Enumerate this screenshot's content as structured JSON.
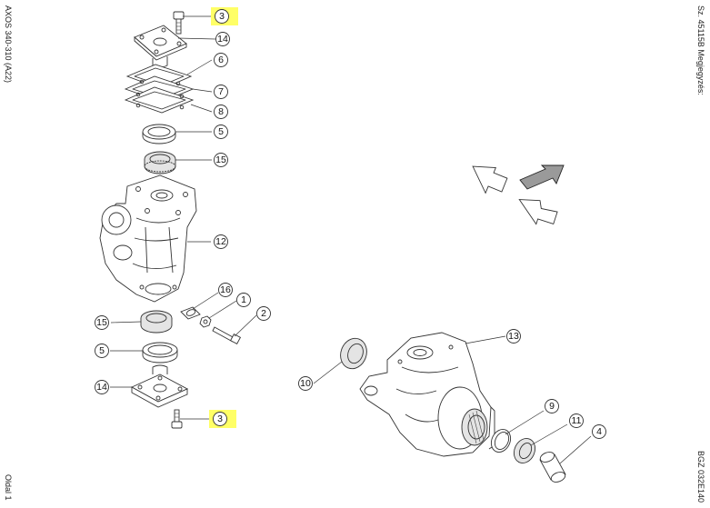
{
  "left_margin": {
    "model": "AXOS 340-310 (A22)",
    "page": "Oldal 1"
  },
  "right_margin": {
    "doc_number": "Sz. 45115B Megjegyzés:",
    "ref_code": "BGZ 032E140"
  },
  "callouts": {
    "c3_top": "3",
    "c14_top": "14",
    "c6": "6",
    "c7": "7",
    "c8": "8",
    "c5_top": "5",
    "c15_top": "15",
    "c12": "12",
    "c16": "16",
    "c1": "1",
    "c2": "2",
    "c15_bottom": "15",
    "c5_bottom": "5",
    "c14_bottom": "14",
    "c3_bottom": "3",
    "c13": "13",
    "c10": "10",
    "c9": "9",
    "c11": "11",
    "c4": "4"
  },
  "colors": {
    "highlight": "#ffff66",
    "line": "#333333"
  }
}
